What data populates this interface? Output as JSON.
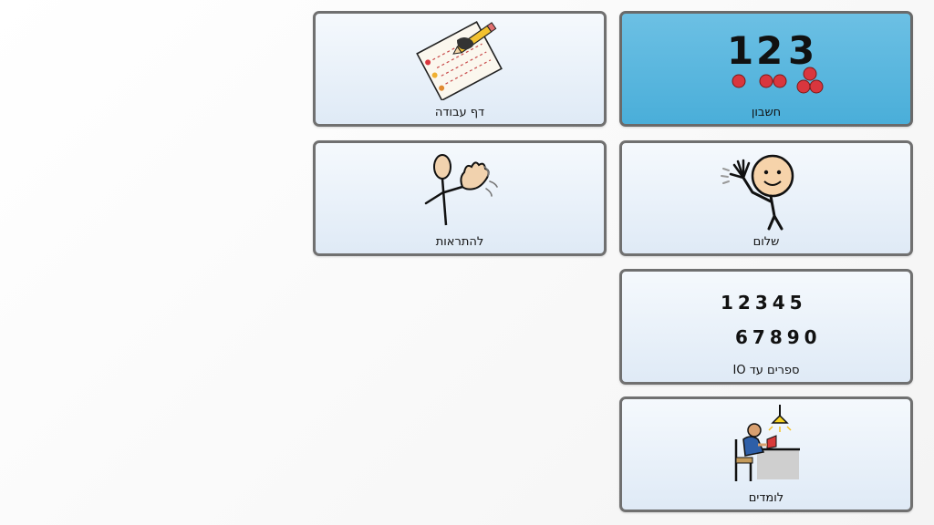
{
  "tiles": {
    "math": {
      "label": "חשבון",
      "icon": "numbers-123-icon",
      "digits": [
        "1",
        "2",
        "3"
      ],
      "selected": true
    },
    "worksheet": {
      "label": "דף עבודה",
      "icon": "worksheet-pencil-icon"
    },
    "hello": {
      "label": "שלום",
      "icon": "waving-person-icon"
    },
    "goodbye": {
      "label": "להתראות",
      "icon": "goodbye-wave-icon"
    },
    "numbers": {
      "label": "ספרים עד IO",
      "icon": "numbers-to-ten-icon",
      "row1": "12345",
      "row2": "67890"
    },
    "studying": {
      "label": "לומדים",
      "icon": "studying-at-desk-icon"
    }
  },
  "colors": {
    "selected_tile": "#5ab6de",
    "tile_border": "#707070",
    "counter_dot": "#d9363e"
  }
}
